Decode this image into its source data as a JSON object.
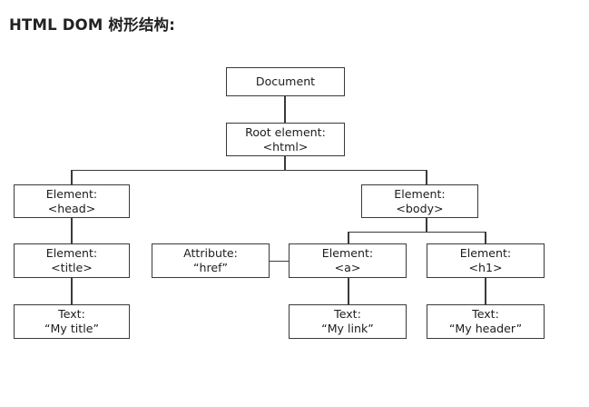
{
  "page": {
    "title": "HTML DOM 树形结构:"
  },
  "diagram": {
    "type": "tree",
    "nodes": {
      "document": {
        "line1": "Document",
        "line2": ""
      },
      "html": {
        "line1": "Root element:",
        "line2": "<html>"
      },
      "head": {
        "line1": "Element:",
        "line2": "<head>"
      },
      "body": {
        "line1": "Element:",
        "line2": "<body>"
      },
      "title": {
        "line1": "Element:",
        "line2": "<title>"
      },
      "attribute": {
        "line1": "Attribute:",
        "line2": "“href”"
      },
      "anchor": {
        "line1": "Element:",
        "line2": "<a>"
      },
      "h1": {
        "line1": "Element:",
        "line2": "<h1>"
      },
      "text_title": {
        "line1": "Text:",
        "line2": "“My title”"
      },
      "text_link": {
        "line1": "Text:",
        "line2": "“My link”"
      },
      "text_header": {
        "line1": "Text:",
        "line2": "“My header”"
      }
    },
    "edges": [
      {
        "from": "document",
        "to": "html"
      },
      {
        "from": "html",
        "to": "head"
      },
      {
        "from": "html",
        "to": "body"
      },
      {
        "from": "head",
        "to": "title"
      },
      {
        "from": "title",
        "to": "text_title"
      },
      {
        "from": "body",
        "to": "anchor"
      },
      {
        "from": "body",
        "to": "h1"
      },
      {
        "from": "anchor",
        "to": "attribute"
      },
      {
        "from": "anchor",
        "to": "text_link"
      },
      {
        "from": "h1",
        "to": "text_header"
      }
    ],
    "colors": {
      "box_border": "#3a3a3a",
      "box_fill": "#ffffff",
      "text": "#1c1c1c",
      "title_text": "#222222",
      "background": "#ffffff"
    }
  }
}
